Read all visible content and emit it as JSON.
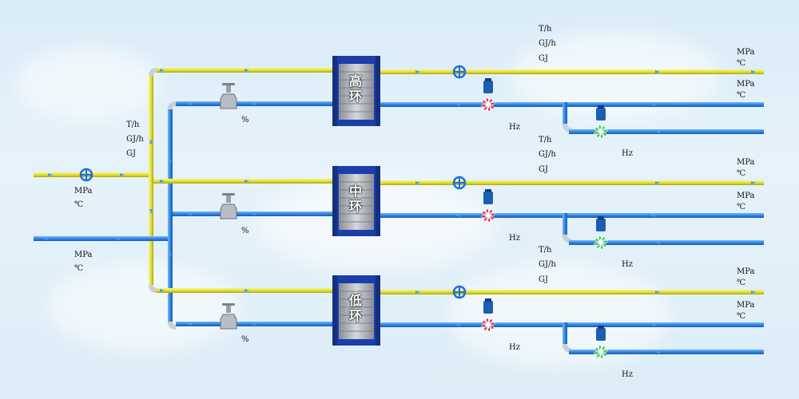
{
  "colors": {
    "supply_pipe": "#e8e436",
    "return_pipe": "#2f86e6",
    "main_riser": "#c8d0d6",
    "exchanger_body": "#1c3ea8",
    "exchanger_plates": "#b9bcc4",
    "valve": "#1f6fd6",
    "pump_red": "#e0304e",
    "pump_green": "#2fcf3a",
    "motor": "#1b5fb0",
    "background": "#dbeaf6"
  },
  "inlet": {
    "supply_units": [
      "MPa",
      "℃"
    ],
    "return_units": [
      "MPa",
      "℃"
    ]
  },
  "sections": [
    {
      "id": "high",
      "exchanger_label": [
        "高",
        "环"
      ],
      "valve_unit": "%",
      "flow_units": [
        "T/h",
        "GJ/h",
        "GJ"
      ],
      "supply_out_units": [
        "MPa",
        "℃"
      ],
      "return_out_units": [
        "MPa",
        "℃"
      ],
      "pump1_unit": "Hz",
      "pump2_unit": "Hz"
    },
    {
      "id": "mid",
      "exchanger_label": [
        "中",
        "环"
      ],
      "valve_unit": "%",
      "flow_units": [
        "T/h",
        "GJ/h",
        "GJ"
      ],
      "supply_out_units": [
        "MPa",
        "℃"
      ],
      "return_out_units": [
        "MPa",
        "℃"
      ],
      "pump1_unit": "Hz",
      "pump2_unit": "Hz"
    },
    {
      "id": "low",
      "exchanger_label": [
        "低",
        "环"
      ],
      "valve_unit": "%",
      "flow_units": [
        "T/h",
        "GJ/h",
        "GJ"
      ],
      "supply_out_units": [
        "MPa",
        "℃"
      ],
      "return_out_units": [
        "MPa",
        "℃"
      ],
      "pump1_unit": "Hz",
      "pump2_unit": "Hz"
    }
  ],
  "primary_flow_units": [
    "T/h",
    "GJ/h",
    "GJ"
  ]
}
